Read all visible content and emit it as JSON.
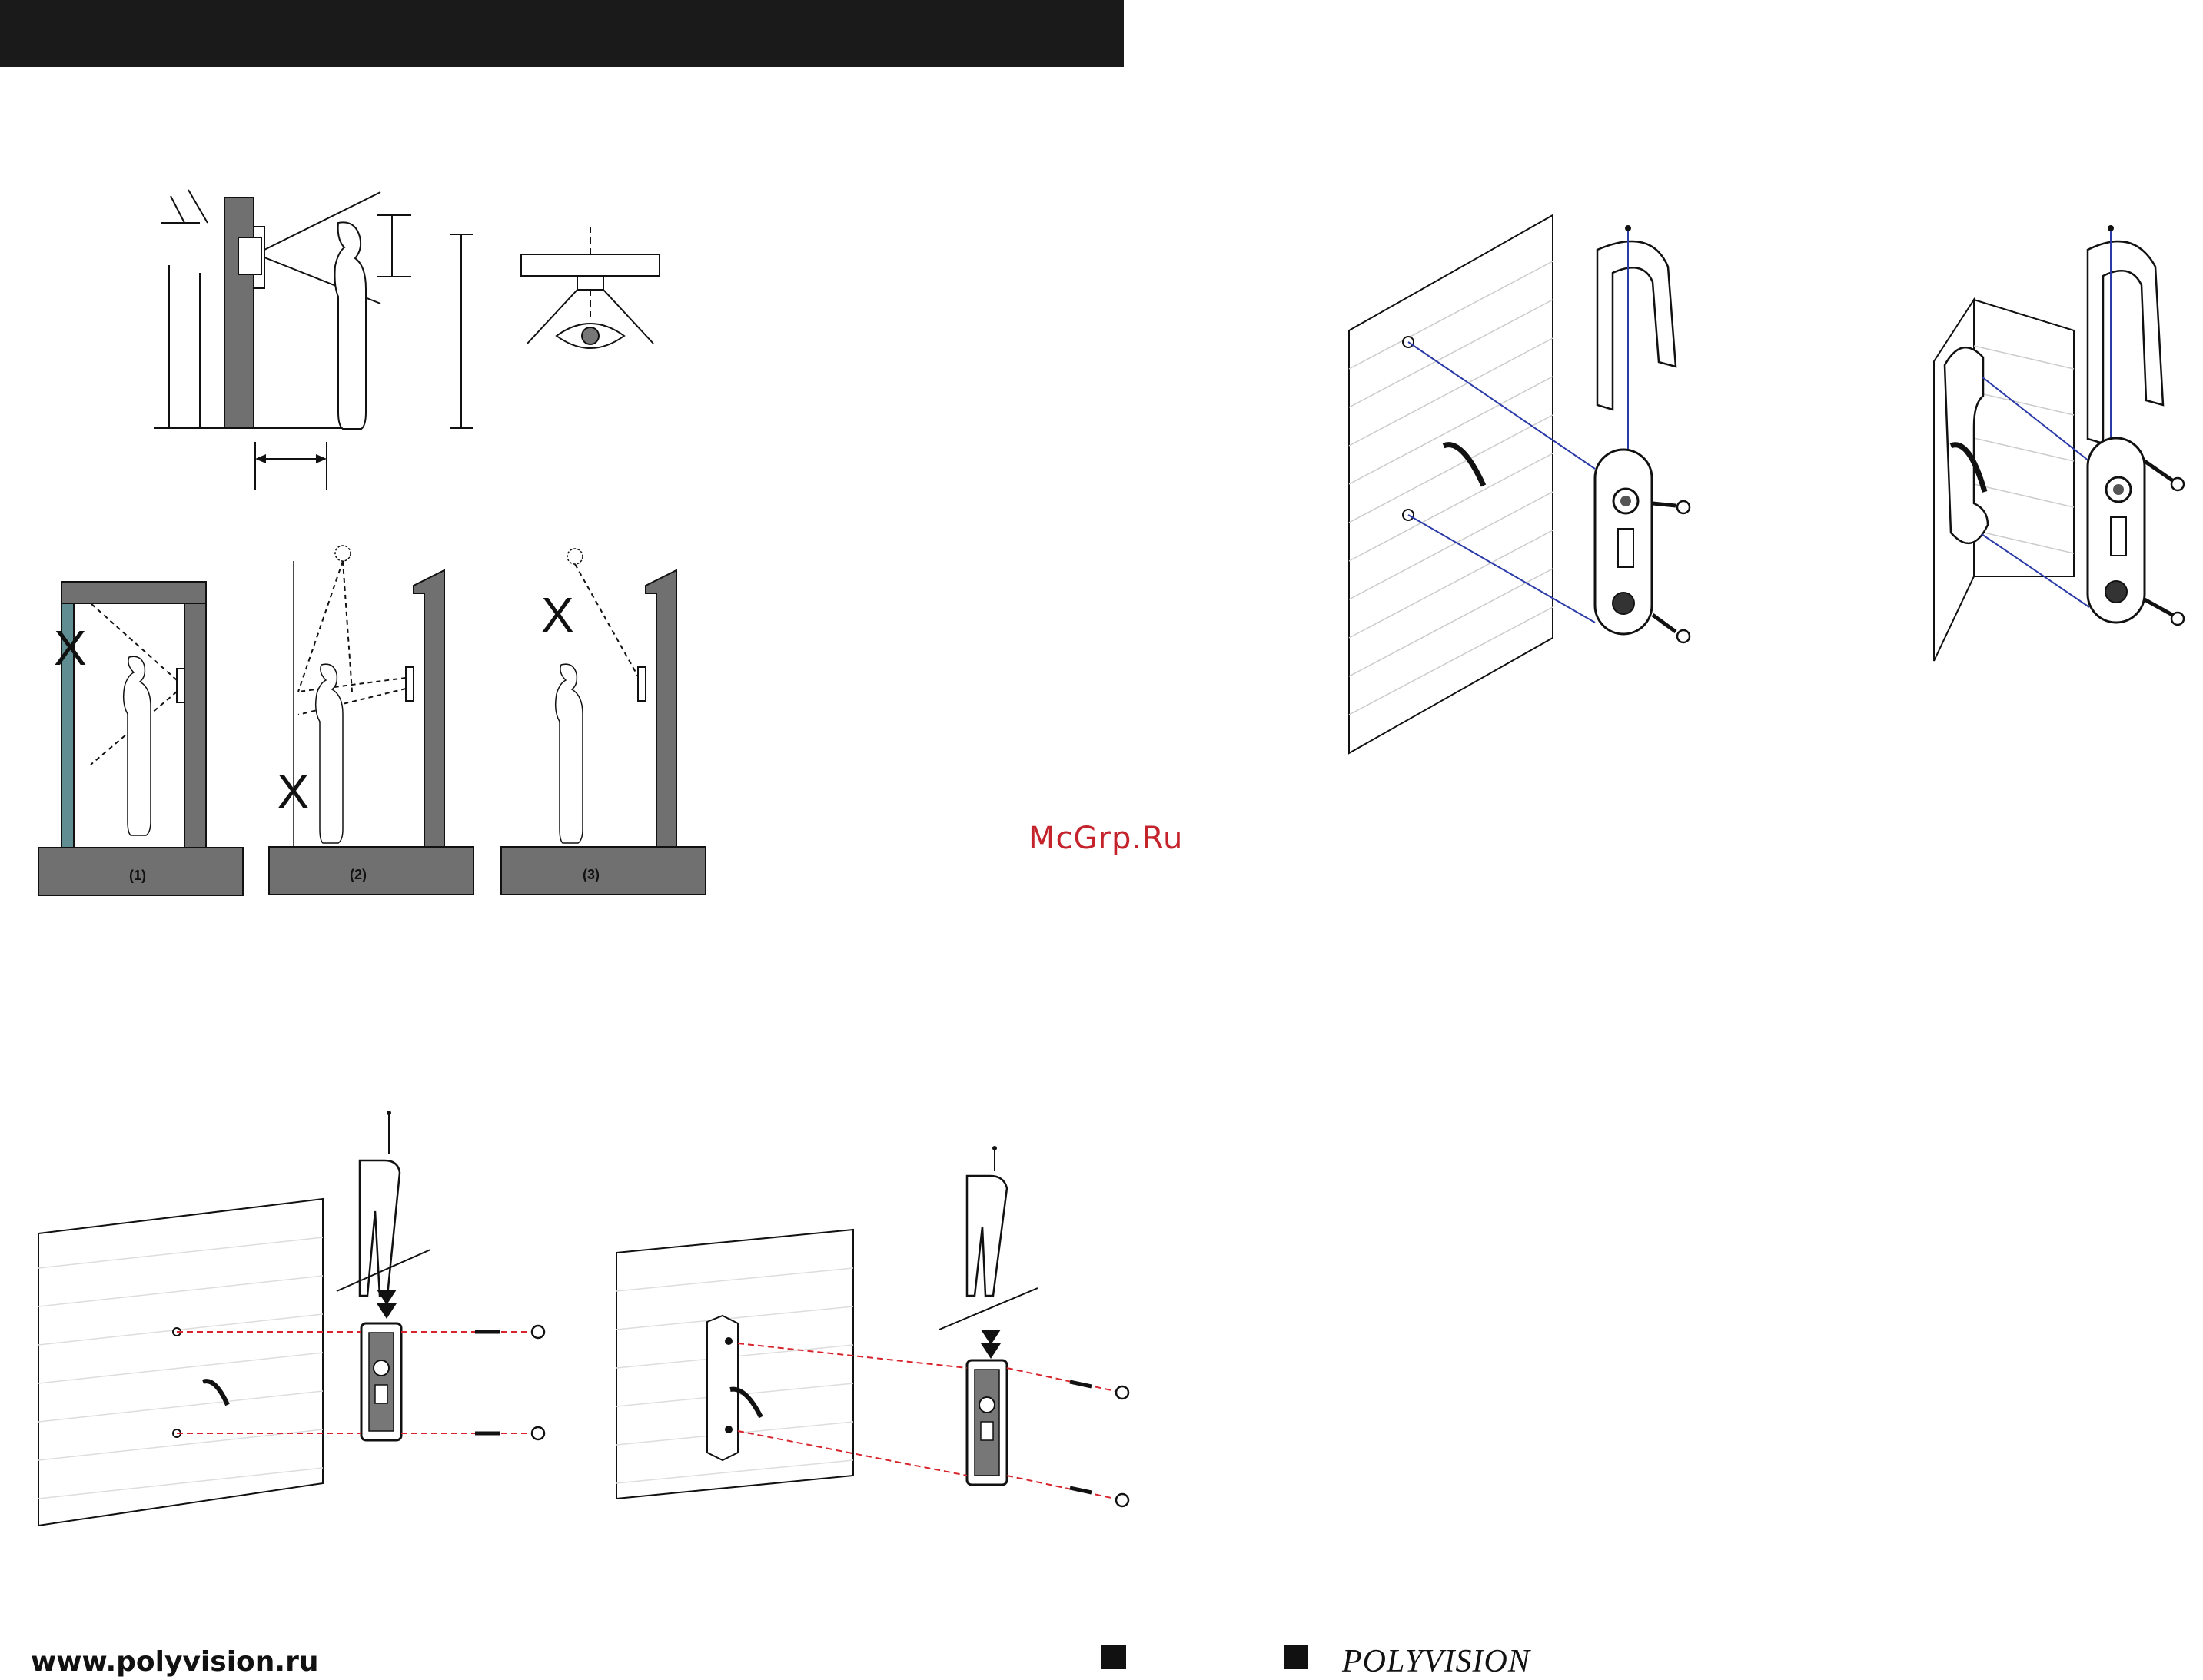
{
  "header": {
    "title": ""
  },
  "figures": {
    "placement_captions": [
      "(1)",
      "(2)",
      "(3)"
    ],
    "wrong_mark": "X"
  },
  "watermark": {
    "text": "McGrp.Ru"
  },
  "footer": {
    "website": "www.polyvision.ru",
    "brand": "POLYVISION"
  },
  "colors": {
    "wall": "#707070",
    "guide_blue": "#2a3aa8",
    "guide_red": "#d8242c",
    "glass": "#5f8d92",
    "watermark": "#c4232b"
  }
}
